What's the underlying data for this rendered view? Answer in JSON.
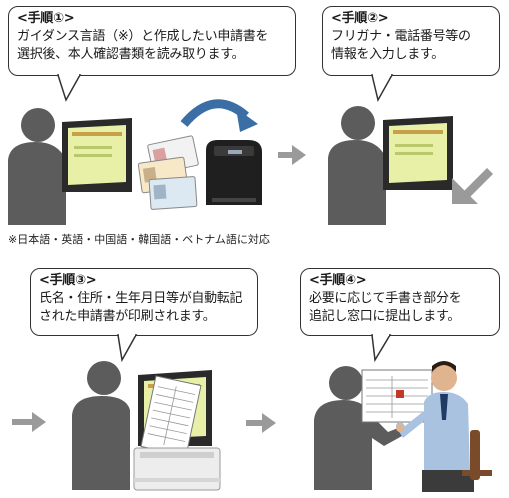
{
  "steps": [
    {
      "title": "<手順①>",
      "lines": [
        "ガイダンス言語（※）と作成したい申請書を",
        "選択後、本人確認書類を読み取ります。"
      ]
    },
    {
      "title": "<手順②>",
      "lines": [
        "フリガナ・電話番号等の",
        "情報を入力します。"
      ]
    },
    {
      "title": "<手順③>",
      "lines": [
        "氏名・住所・生年月日等が自動転記",
        "された申請書が印刷されます。"
      ]
    },
    {
      "title": "<手順④>",
      "lines": [
        "必要に応じて手書き部分を",
        "追記し窓口に提出します。"
      ]
    }
  ],
  "footnote": "※日本語・英語・中国語・韓国語・ベトナム語に対応",
  "colors": {
    "silhouette": "#5a5a5a",
    "arrow_gray": "#9a9a9a",
    "arrow_blue": "#3a6ea5",
    "screen": "#e8f0a8",
    "kiosk_frame": "#2a2a2a"
  }
}
